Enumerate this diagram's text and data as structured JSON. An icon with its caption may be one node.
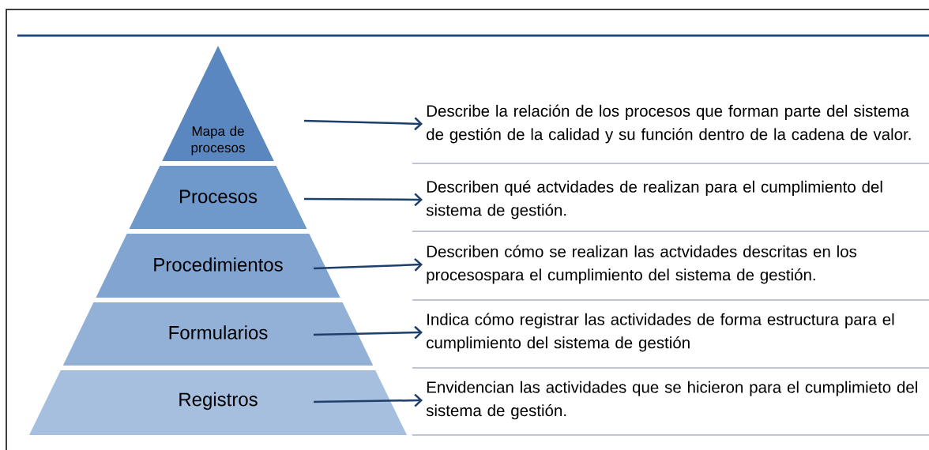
{
  "diagram": {
    "nodes": [
      {
        "text": [
          "Mapa de procesos"
        ]
      },
      {
        "text": [
          "Procesos"
        ]
      },
      {
        "text": [
          "Procedimientos"
        ]
      },
      {
        "text": [
          "Formularios"
        ]
      },
      {
        "text": [
          "Registros"
        ]
      },
      {
        "text": [
          "Describe la relación de los procesos que forman parte del sistema de gestión de la calidad y su función dentro de la cadena de valor."
        ]
      },
      {
        "text": [
          "Describen qué actvidades de realizan para el cumplimiento del sistema de gestión."
        ]
      },
      {
        "text": [
          "Describen cómo se realizan las actvidades descritas en los procesospara el cumplimiento del sistema de gestión."
        ]
      },
      {
        "text": [
          "Indica cómo registrar las actividades de forma estructura para el cumplimiento del sistema de gestión"
        ]
      },
      {
        "text": [
          "Envidencian las actividades que se hicieron para el cumplimieto del sistema de gestión."
        ]
      }
    ],
    "edges": [
      {
        "from": 0,
        "to": 5,
        "arrow": "to"
      },
      {
        "from": 1,
        "to": 6,
        "arrow": "to"
      },
      {
        "from": 2,
        "to": 7,
        "arrow": "to"
      },
      {
        "from": 3,
        "to": 8,
        "arrow": "to"
      },
      {
        "from": 4,
        "to": 9,
        "arrow": "to"
      }
    ]
  }
}
